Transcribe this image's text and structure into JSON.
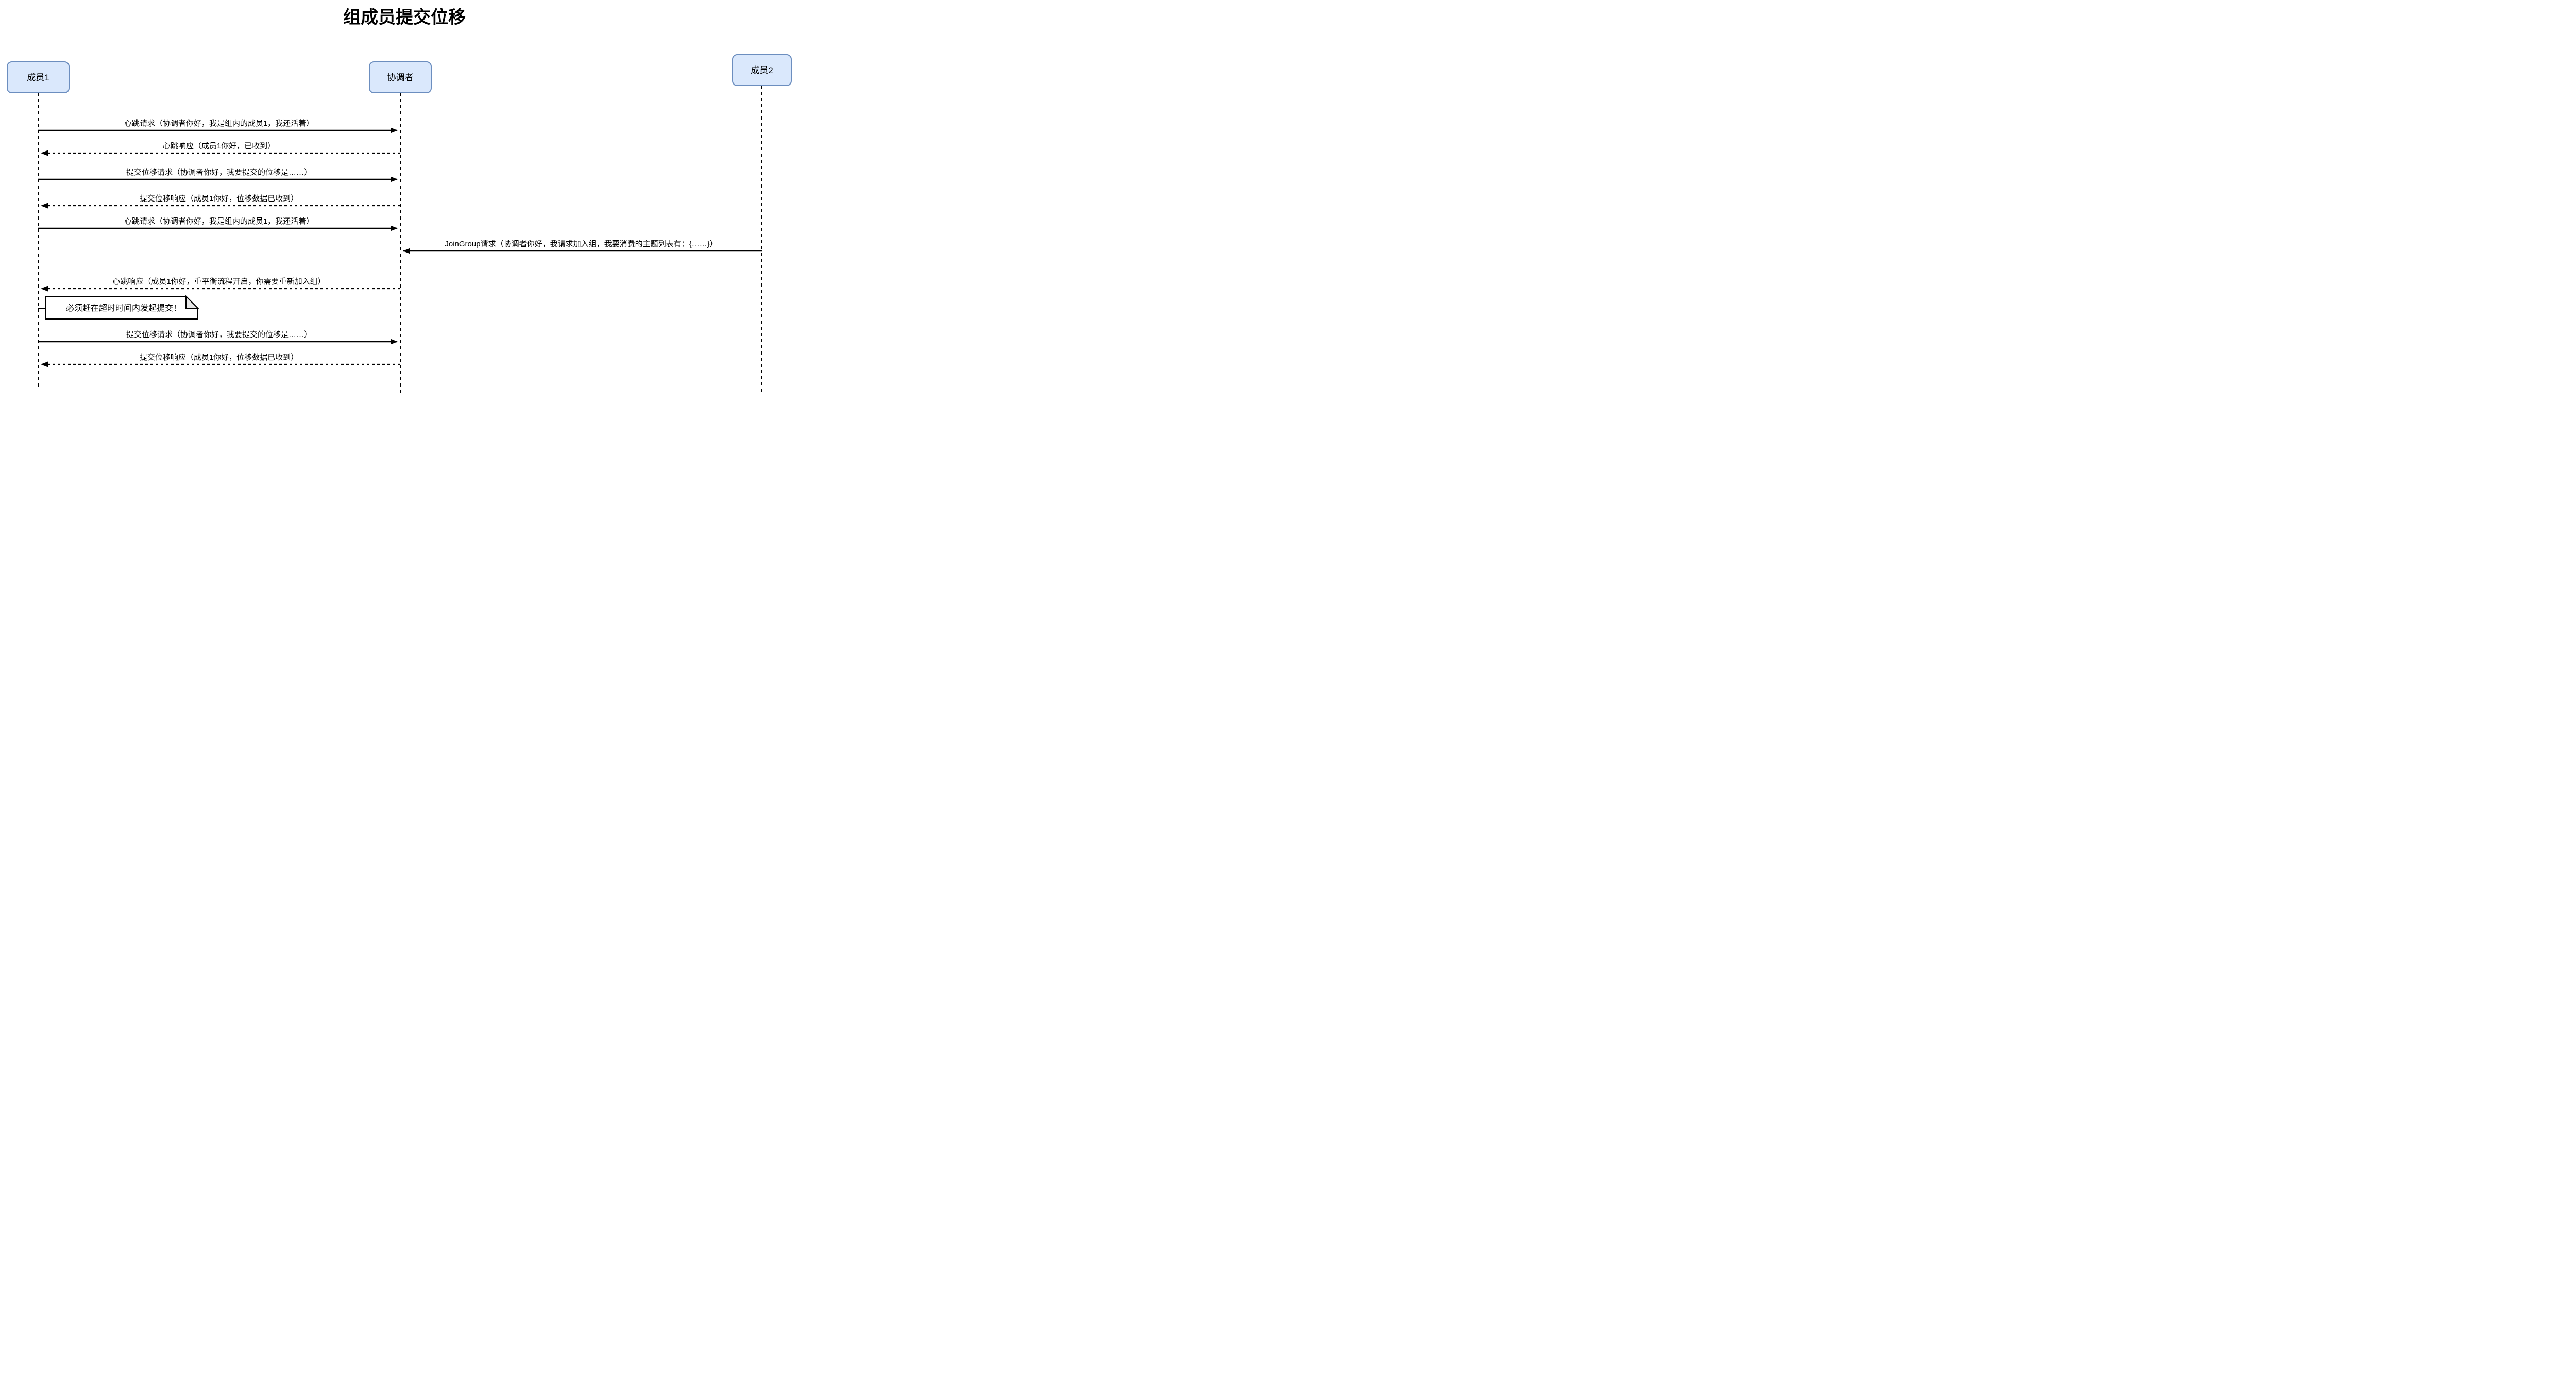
{
  "diagram": {
    "type": "sequence-diagram",
    "title": "组成员提交位移",
    "actors": [
      {
        "id": "member1",
        "label": "成员1"
      },
      {
        "id": "coordinator",
        "label": "协调者"
      },
      {
        "id": "member2",
        "label": "成员2"
      }
    ],
    "messages": [
      {
        "from": "成员1",
        "to": "协调者",
        "style": "solid",
        "direction": "right",
        "label": "心跳请求（协调者你好，我是组内的成员1，我还活着）"
      },
      {
        "from": "协调者",
        "to": "成员1",
        "style": "dashed",
        "direction": "left",
        "label": "心跳响应（成员1你好，已收到）"
      },
      {
        "from": "成员1",
        "to": "协调者",
        "style": "solid",
        "direction": "right",
        "label": "提交位移请求（协调者你好，我要提交的位移是……）"
      },
      {
        "from": "协调者",
        "to": "成员1",
        "style": "dashed",
        "direction": "left",
        "label": "提交位移响应（成员1你好，位移数据已收到）"
      },
      {
        "from": "成员1",
        "to": "协调者",
        "style": "solid",
        "direction": "right",
        "label": "心跳请求（协调者你好，我是组内的成员1，我还活着）"
      },
      {
        "from": "成员2",
        "to": "协调者",
        "style": "solid",
        "direction": "left",
        "label": "JoinGroup请求（协调者你好，我请求加入组，我要消费的主题列表有：{……}）"
      },
      {
        "from": "协调者",
        "to": "成员1",
        "style": "dashed",
        "direction": "left",
        "label": "心跳响应（成员1你好，重平衡流程开启，你需要重新加入组）"
      },
      {
        "from": "成员1",
        "to": "协调者",
        "style": "solid",
        "direction": "right",
        "label": "提交位移请求（协调者你好，我要提交的位移是……）"
      },
      {
        "from": "协调者",
        "to": "成员1",
        "style": "dashed",
        "direction": "left",
        "label": "提交位移响应（成员1你好，位移数据已收到）"
      }
    ],
    "note": {
      "attached_to": "成员1",
      "text": "必须赶在超时时间内发起提交！"
    },
    "colors": {
      "actor_fill": "#dae8fc",
      "actor_border": "#6c8ebf",
      "note_fill": "#ffffff",
      "note_fold_fill": "#e8e8e8",
      "line": "#000000",
      "text": "#000000",
      "background": "#ffffff"
    }
  }
}
